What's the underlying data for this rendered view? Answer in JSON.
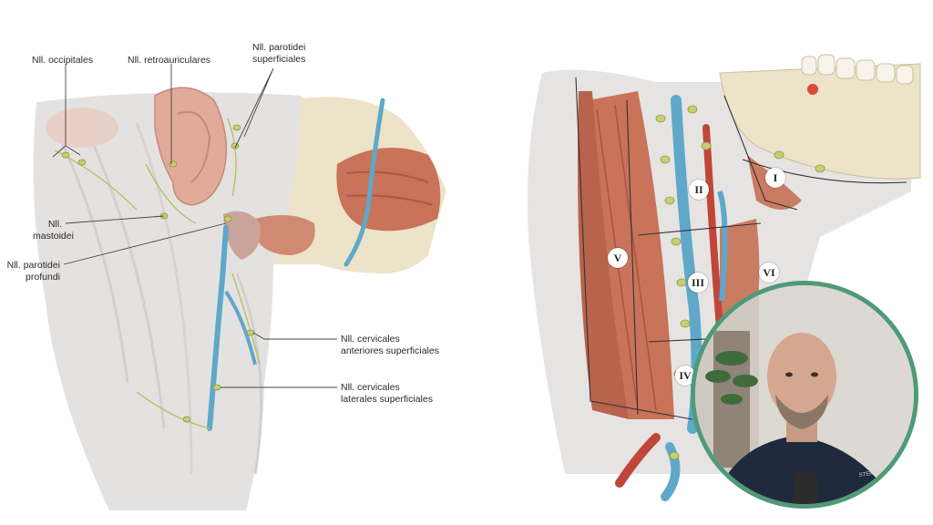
{
  "left_figure": {
    "labels": {
      "occipitales": "Nll. occipitales",
      "retroauriculares": "Nll. retroauriculares",
      "parotidei_superficiales": "Nll. parotidei\nsuperficiales",
      "mastoidei": "Nll.\nmastoidei",
      "parotidei_profundi": "Nll. parotidei\nprofundi",
      "cervicales_anteriores": "Nll. cervicales\nanteriores superficiales",
      "cervicales_laterales": "Nll. cervicales\nlaterales superficiales"
    }
  },
  "right_figure": {
    "levels": {
      "I": "I",
      "II": "II",
      "III": "III",
      "IV": "IV",
      "V": "V",
      "VI": "VI"
    }
  },
  "webcam": {
    "shirt_text": "STEREOLOGIA",
    "border_color": "#4f9a78"
  },
  "colors": {
    "skin": "#e6e4e3",
    "muscle": "#c9735a",
    "vein": "#5fa8c9",
    "node": "#b9c46a",
    "bone": "#ece3c8"
  }
}
